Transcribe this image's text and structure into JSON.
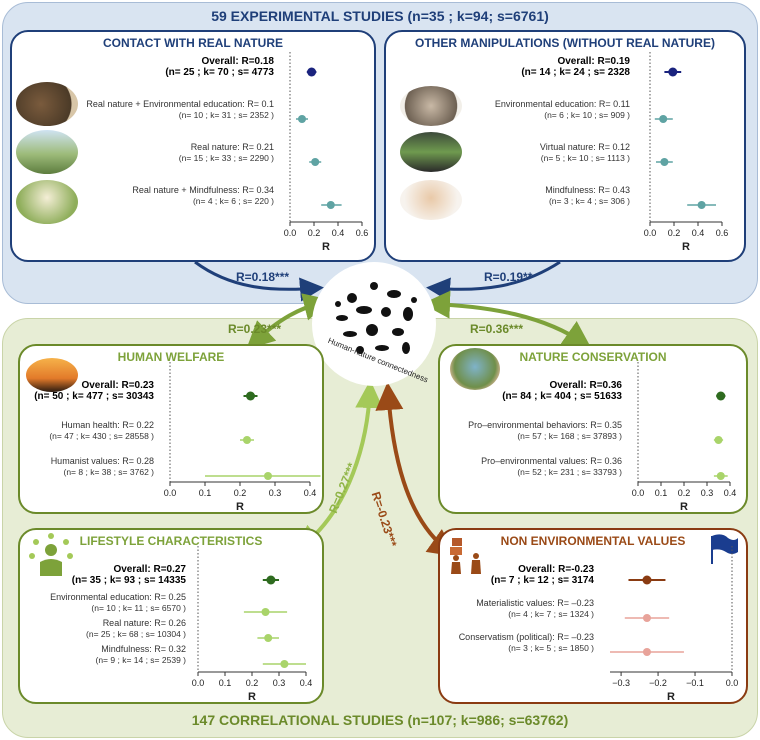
{
  "header": {
    "title": "59 EXPERIMENTAL STUDIES (n=35 ; k=94; s=6761)"
  },
  "footer": {
    "title": "147 CORRELATIONAL STUDIES (n=107; k=986; s=63762)"
  },
  "center": {
    "label": "Human-nature connectedness"
  },
  "links": {
    "real_nature": "R=0.18***",
    "other_manip": "R=0.19**",
    "human_welfare": "R=0.23***",
    "nature_conservation": "R=0.36***",
    "lifestyle": "R=0.27***",
    "non_env": "R=-0.23***"
  },
  "colors": {
    "experimental_border": "#1f3f79",
    "correlational_border": "#6b8a2a",
    "non_env_border": "#8a3b12",
    "overall_blue": "#1a237e",
    "sub_teal": "#5fa3a3",
    "overall_green": "#2e6b1f",
    "sub_green": "#a9d46a",
    "overall_brown": "#8a3b12",
    "sub_pink": "#e8a39a"
  },
  "chart_data": [
    {
      "id": "contact-real-nature",
      "type": "forest",
      "title": "CONTACT WITH REAL NATURE",
      "xlabel": "R",
      "xlim": [
        0,
        0.6
      ],
      "xticks": [
        "0.0",
        "0.2",
        "0.4",
        "0.6"
      ],
      "rows": [
        {
          "label": "Overall: R=0.18",
          "stats": "(n= 25 ; k= 70 ; s= 4773",
          "r": 0.18,
          "lo": 0.14,
          "hi": 0.22,
          "overall": true
        },
        {
          "label": "Real nature + Environmental education: R= 0.1",
          "stats": "(n= 10 ; k= 31 ; s= 2352 )",
          "r": 0.1,
          "lo": 0.05,
          "hi": 0.15
        },
        {
          "label": "Real nature: R= 0.21",
          "stats": "(n= 15 ; k= 33 ; s= 2290 )",
          "r": 0.21,
          "lo": 0.16,
          "hi": 0.26
        },
        {
          "label": "Real nature + Mindfulness: R= 0.34",
          "stats": "(n= 4 ; k= 6 ; s= 220 )",
          "r": 0.34,
          "lo": 0.26,
          "hi": 0.43
        }
      ]
    },
    {
      "id": "other-manipulations",
      "type": "forest",
      "title": "OTHER MANIPULATIONS (WITHOUT REAL NATURE)",
      "xlabel": "R",
      "xlim": [
        0,
        0.6
      ],
      "xticks": [
        "0.0",
        "0.2",
        "0.4",
        "0.6"
      ],
      "rows": [
        {
          "label": "Overall: R=0.19",
          "stats": "(n= 14 ; k= 24 ; s= 2328",
          "r": 0.19,
          "lo": 0.12,
          "hi": 0.26,
          "overall": true
        },
        {
          "label": "Environmental education: R= 0.11",
          "stats": "(n= 6 ; k= 10 ; s= 909 )",
          "r": 0.11,
          "lo": 0.04,
          "hi": 0.19
        },
        {
          "label": "Virtual nature: R= 0.12",
          "stats": "(n= 5 ; k= 10 ; s= 1113 )",
          "r": 0.12,
          "lo": 0.05,
          "hi": 0.19
        },
        {
          "label": "Mindfulness: R= 0.43",
          "stats": "(n= 3 ; k= 4 ; s= 306 )",
          "r": 0.43,
          "lo": 0.31,
          "hi": 0.55
        }
      ]
    },
    {
      "id": "human-welfare",
      "type": "forest",
      "title": "HUMAN WELFARE",
      "xlabel": "R",
      "xlim": [
        0,
        0.4
      ],
      "xticks": [
        "0.0",
        "0.1",
        "0.2",
        "0.3",
        "0.4"
      ],
      "rows": [
        {
          "label": "Overall: R=0.23",
          "stats": "(n= 50 ; k= 477 ; s= 30343",
          "r": 0.23,
          "lo": 0.21,
          "hi": 0.25,
          "overall": true
        },
        {
          "label": "Human health: R= 0.22",
          "stats": "(n= 47 ; k= 430 ; s= 28558 )",
          "r": 0.22,
          "lo": 0.2,
          "hi": 0.24
        },
        {
          "label": "Humanist values: R= 0.28",
          "stats": "(n= 8 ; k= 38 ; s= 3762 )",
          "r": 0.28,
          "lo": 0.1,
          "hi": 0.43
        }
      ]
    },
    {
      "id": "nature-conservation",
      "type": "forest",
      "title": "NATURE CONSERVATION",
      "xlabel": "R",
      "xlim": [
        0,
        0.4
      ],
      "xticks": [
        "0.0",
        "0.1",
        "0.2",
        "0.3",
        "0.4"
      ],
      "rows": [
        {
          "label": "Overall: R=0.36",
          "stats": "(n= 84 ; k= 404 ; s= 51633",
          "r": 0.36,
          "lo": 0.34,
          "hi": 0.38,
          "overall": true
        },
        {
          "label": "Pro–environmental behaviors: R= 0.35",
          "stats": "(n= 57 ; k= 168 ; s= 37893 )",
          "r": 0.35,
          "lo": 0.33,
          "hi": 0.37
        },
        {
          "label": "Pro–environmental values: R= 0.36",
          "stats": "(n= 52 ; k= 231 ; s= 33793 )",
          "r": 0.36,
          "lo": 0.33,
          "hi": 0.39
        }
      ]
    },
    {
      "id": "lifestyle-characteristics",
      "type": "forest",
      "title": "LIFESTYLE CHARACTERISTICS",
      "xlabel": "R",
      "xlim": [
        0,
        0.4
      ],
      "xticks": [
        "0.0",
        "0.1",
        "0.2",
        "0.3",
        "0.4"
      ],
      "rows": [
        {
          "label": "Overall: R=0.27",
          "stats": "(n= 35 ; k= 93 ; s= 14335",
          "r": 0.27,
          "lo": 0.24,
          "hi": 0.3,
          "overall": true
        },
        {
          "label": "Environmental education: R= 0.25",
          "stats": "(n= 10 ; k= 11 ; s= 6570 )",
          "r": 0.25,
          "lo": 0.17,
          "hi": 0.33
        },
        {
          "label": "Real nature: R= 0.26",
          "stats": "(n= 25 ; k= 68 ; s= 10304 )",
          "r": 0.26,
          "lo": 0.22,
          "hi": 0.3
        },
        {
          "label": "Mindfulness: R= 0.32",
          "stats": "(n= 9 ; k= 14 ; s= 2539 )",
          "r": 0.32,
          "lo": 0.24,
          "hi": 0.4
        }
      ]
    },
    {
      "id": "non-environmental-values",
      "type": "forest",
      "title": "NON ENVIRONMENTAL VALUES",
      "xlabel": "R",
      "xlim": [
        -0.33,
        0.0
      ],
      "xticks": [
        "−0.3",
        "−0.2",
        "−0.1",
        "0.0"
      ],
      "rows": [
        {
          "label": "Overall: R=-0.23",
          "stats": "(n= 7 ; k= 12 ; s= 3174",
          "r": -0.23,
          "lo": -0.28,
          "hi": -0.18,
          "overall": true
        },
        {
          "label": "Materialistic values: R= –0.23",
          "stats": "(n= 4 ; k= 7 ; s= 1324 )",
          "r": -0.23,
          "lo": -0.29,
          "hi": -0.17
        },
        {
          "label": "Conservatism (political): R= –0.23",
          "stats": "(n= 3 ; k= 5 ; s= 1850 )",
          "r": -0.23,
          "lo": -0.33,
          "hi": -0.13
        }
      ]
    }
  ]
}
